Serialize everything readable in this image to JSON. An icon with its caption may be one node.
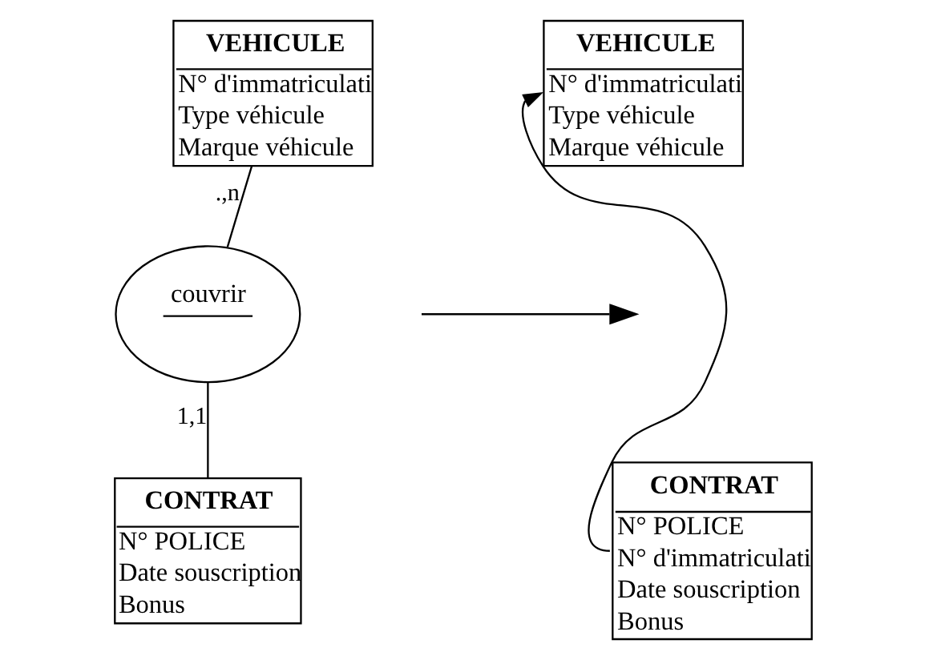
{
  "diagram": {
    "nodes": [
      {
        "text": [
          "VEHICULE",
          "N° d'immatriculati",
          "Type véhicule",
          "Marque véhicule"
        ]
      },
      {
        "text": [
          "couvrir"
        ]
      },
      {
        "text": [
          "CONTRAT",
          "N° POLICE",
          "Date souscription",
          "Bonus"
        ]
      },
      {
        "text": [
          "VEHICULE",
          "N° d'immatriculati",
          "Type véhicule",
          "Marque véhicule"
        ]
      },
      {
        "text": [
          "CONTRAT",
          "N° POLICE",
          "N° d'immatriculati",
          "Date souscription",
          "Bonus"
        ]
      }
    ],
    "edges": [
      {
        "from": 0,
        "to": 1,
        "arrow": "none",
        "label": ".,n"
      },
      {
        "from": 1,
        "to": 2,
        "arrow": "none",
        "label": "1,1"
      },
      {
        "from": 4,
        "to": 3,
        "arrow": "to"
      }
    ]
  }
}
